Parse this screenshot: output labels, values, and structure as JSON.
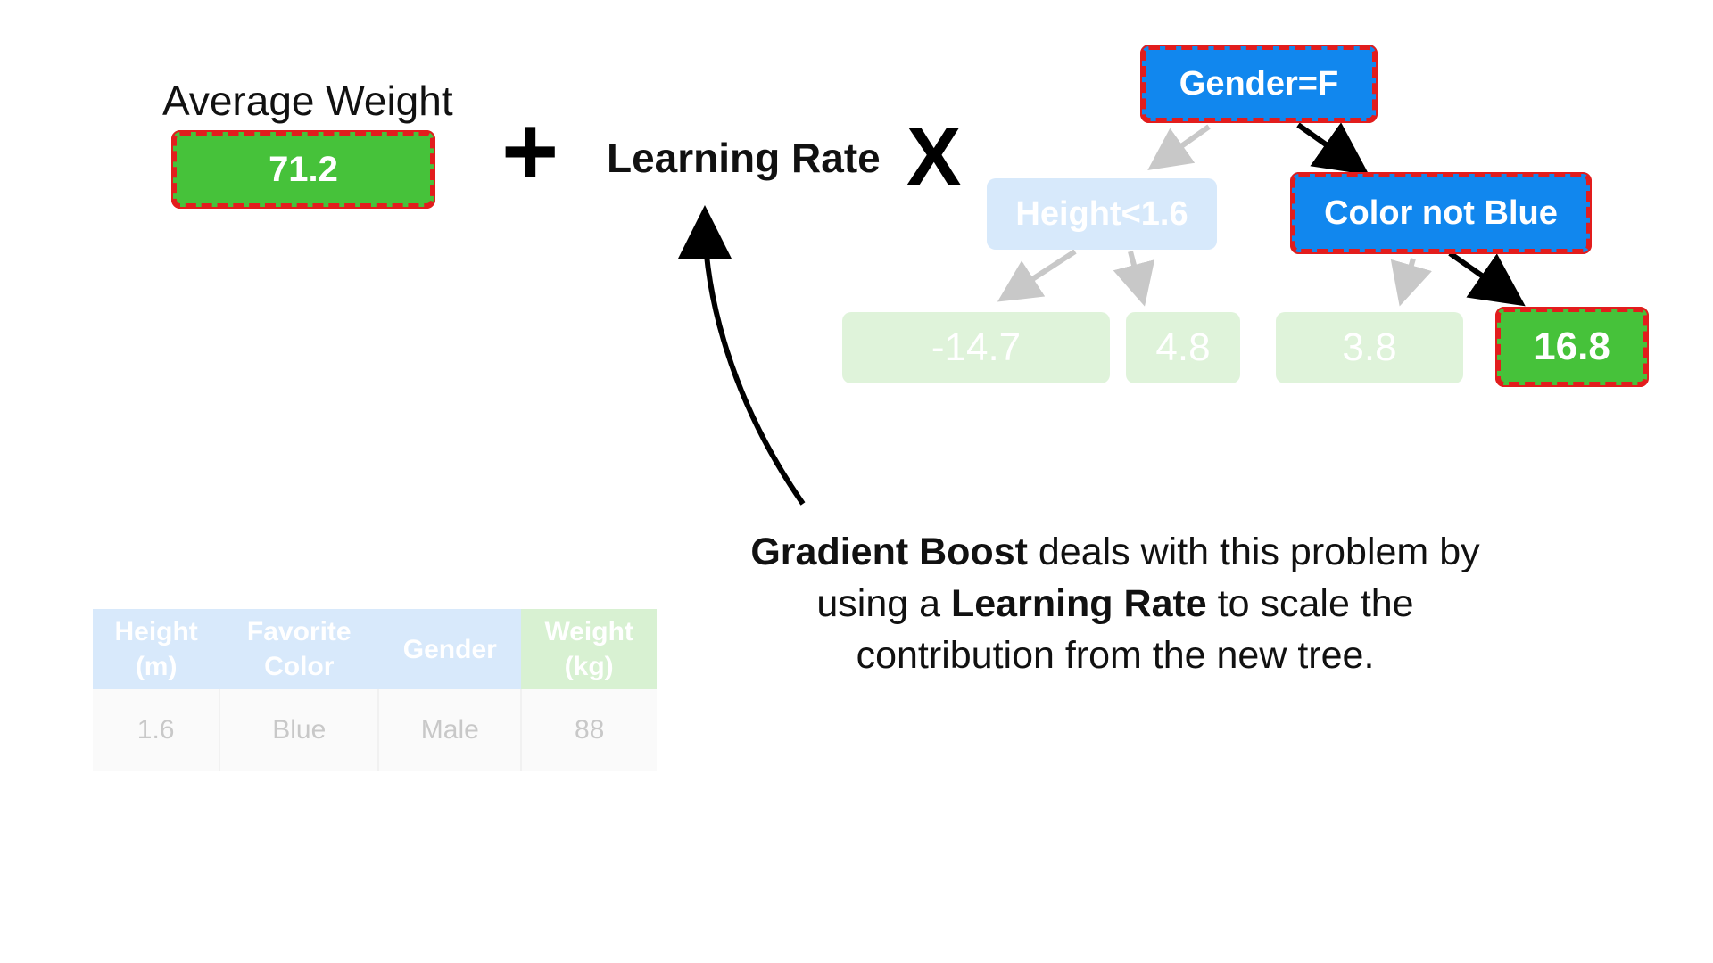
{
  "formula": {
    "average_weight_label": "Average Weight",
    "average_weight_value": "71.2",
    "plus_sign": "+",
    "learning_rate_label": "Learning Rate",
    "times_sign": "X"
  },
  "tree": {
    "root": "Gender=F",
    "left_node": "Height<1.6",
    "right_node": "Color not Blue",
    "leaves": [
      "-14.7",
      "4.8",
      "3.8",
      "16.8"
    ]
  },
  "caption": {
    "part1_bold": "Gradient Boost",
    "part2": " deals with this problem by using a ",
    "part3_bold": "Learning Rate",
    "part4": " to scale the contribution from the new tree."
  },
  "table": {
    "headers": [
      [
        "Height",
        "(m)"
      ],
      [
        "Favorite",
        "Color"
      ],
      [
        "Gender"
      ],
      [
        "Weight",
        "(kg)"
      ]
    ],
    "row": [
      "1.6",
      "Blue",
      "Male",
      "88"
    ]
  },
  "colors": {
    "highlight_red": "#e21d1d",
    "node_blue": "#1187ee",
    "leaf_green": "#46c23a"
  }
}
